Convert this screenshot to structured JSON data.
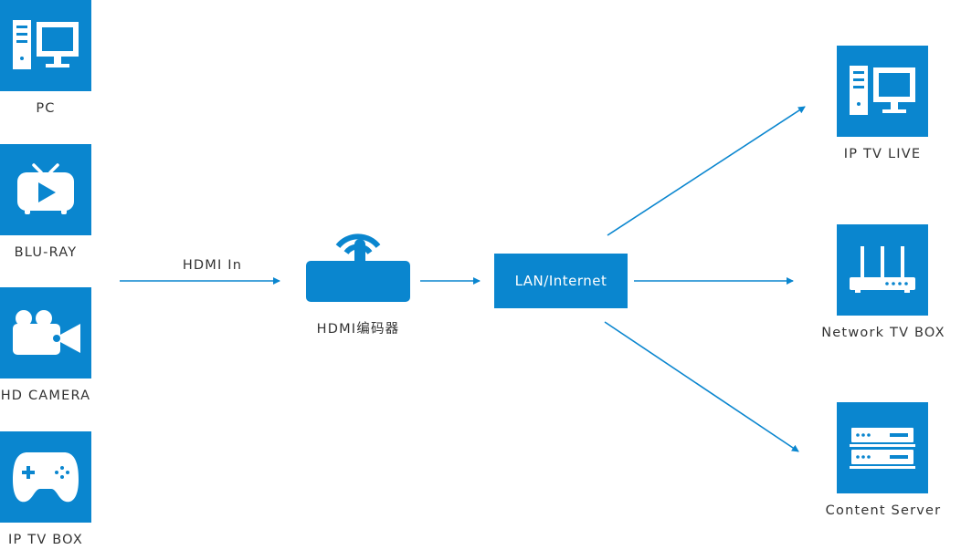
{
  "sources": [
    {
      "label": "PC",
      "icon": "computer-icon"
    },
    {
      "label": "BLU-RAY",
      "icon": "tv-play-icon"
    },
    {
      "label": "HD CAMERA",
      "icon": "video-camera-icon"
    },
    {
      "label": "IP TV BOX",
      "icon": "gamepad-icon"
    }
  ],
  "link_label": "HDMI In",
  "encoder": {
    "label": "HDMI编码器",
    "icon": "wireless-encoder-icon"
  },
  "network": {
    "label": "LAN/Internet"
  },
  "destinations": [
    {
      "label": "IP TV LIVE",
      "icon": "computer-icon"
    },
    {
      "label": "Network TV BOX",
      "icon": "router-icon"
    },
    {
      "label": "Content Server",
      "icon": "server-icon"
    }
  ],
  "colors": {
    "accent": "#0a86cf",
    "text": "#333333"
  }
}
